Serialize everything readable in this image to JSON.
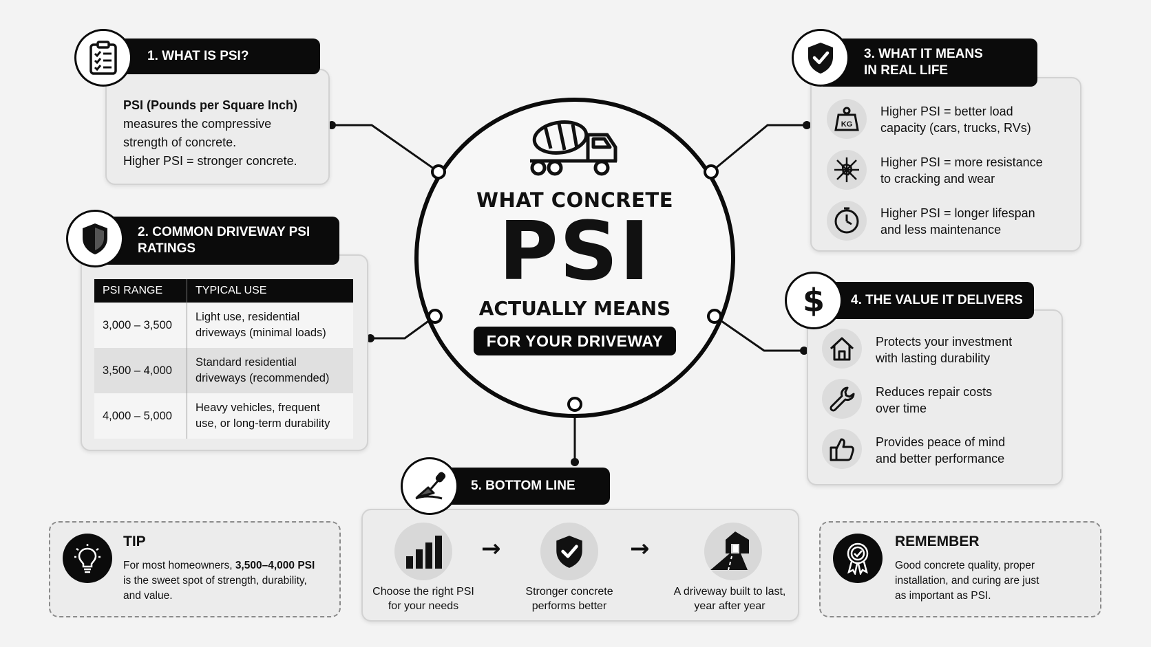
{
  "center": {
    "line1": "WHAT CONCRETE",
    "line2": "PSI",
    "line3": "ACTUALLY MEANS",
    "tag": "FOR YOUR DRIVEWAY",
    "icon": "cement-mixer-truck-icon"
  },
  "section1": {
    "title": "1. WHAT IS PSI?",
    "icon": "clipboard-checklist-icon",
    "bold": "PSI (Pounds per Square Inch)",
    "line2": "measures the compressive",
    "line3": "strength of concrete.",
    "line4": "Higher PSI = stronger concrete."
  },
  "section2": {
    "title_line1": "2. COMMON DRIVEWAY PSI",
    "title_line2": "RATINGS",
    "icon": "shield-icon",
    "headers": [
      "PSI RANGE",
      "TYPICAL USE"
    ],
    "rows": [
      {
        "range": "3,000 – 3,500",
        "use1": "Light use, residential",
        "use2": "driveways (minimal loads)"
      },
      {
        "range": "3,500 – 4,000",
        "use1": "Standard residential",
        "use2": "driveways (recommended)"
      },
      {
        "range": "4,000 – 5,000",
        "use1": "Heavy vehicles, frequent",
        "use2": "use, or long-term durability"
      }
    ]
  },
  "section3": {
    "title_line1": "3. WHAT IT MEANS",
    "title_line2": "IN REAL LIFE",
    "icon": "shield-check-icon",
    "items": [
      {
        "icon": "weight-kg-icon",
        "kg": "KG",
        "line1": "Higher PSI = better load",
        "line2": "capacity (cars, trucks, RVs)"
      },
      {
        "icon": "crack-burst-icon",
        "line1": "Higher PSI = more resistance",
        "line2": "to cracking and wear"
      },
      {
        "icon": "clock-icon",
        "line1": "Higher PSI = longer lifespan",
        "line2": "and less maintenance"
      }
    ]
  },
  "section4": {
    "title": "4. THE VALUE IT DELIVERS",
    "icon": "dollar-sign-icon",
    "symbol": "$",
    "items": [
      {
        "icon": "house-icon",
        "line1": "Protects your investment",
        "line2": "with lasting durability"
      },
      {
        "icon": "wrench-icon",
        "line1": "Reduces repair costs",
        "line2": "over time"
      },
      {
        "icon": "thumbs-up-icon",
        "line1": "Provides peace of mind",
        "line2": "and better performance"
      }
    ]
  },
  "section5": {
    "title": "5. BOTTOM LINE",
    "icon": "trowel-icon",
    "steps": [
      {
        "icon": "bar-chart-icon",
        "line1": "Choose the right PSI",
        "line2": "for your needs"
      },
      {
        "icon": "shield-check-icon",
        "line1": "Stronger concrete",
        "line2": "performs better"
      },
      {
        "icon": "road-garage-icon",
        "line1": "A driveway built to last,",
        "line2": "year after year"
      }
    ],
    "arrow": "→"
  },
  "tip": {
    "title": "TIP",
    "icon": "lightbulb-icon",
    "pre": "For most homeowners, ",
    "bold": "3,500–4,000 PSI",
    "post1": "is the sweet spot of strength, durability,",
    "post2": "and value."
  },
  "remember": {
    "title": "REMEMBER",
    "icon": "award-ribbon-icon",
    "line1": "Good concrete quality, proper",
    "line2": "installation, and curing are just",
    "line3": "as important as PSI."
  }
}
